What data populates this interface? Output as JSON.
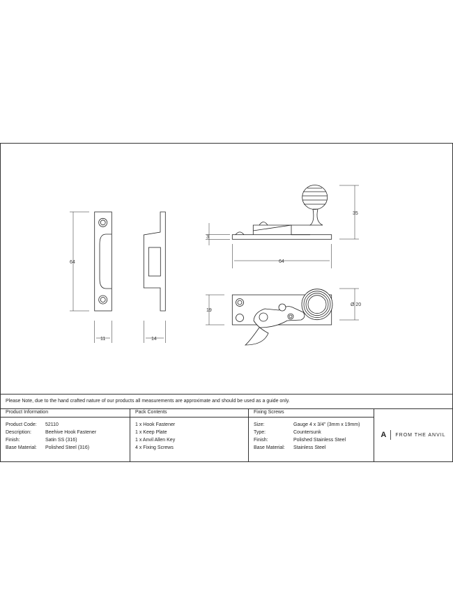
{
  "note": "Please Note, due to the hand crafted nature of our products all measurements are approximate and should be used as a guide only.",
  "product_information": {
    "title": "Product Information",
    "rows": [
      {
        "label": "Product Code:",
        "value": "52110"
      },
      {
        "label": "Description:",
        "value": "Beehive Hook Fastener"
      },
      {
        "label": "Finish:",
        "value": "Satin SS (316)"
      },
      {
        "label": "Base Material:",
        "value": "Polished Steel (316)"
      }
    ]
  },
  "pack_contents": {
    "title": "Pack Contents",
    "items": [
      "1 x Hook Fastener",
      "1 x Keep Plate",
      "1 x Anvil Allen Key",
      "4 x Fixing Screws"
    ]
  },
  "fixing_screws": {
    "title": "Fixing Screws",
    "rows": [
      {
        "label": "Size:",
        "value": "Gauge 4 x 3/4\" (3mm x 19mm)"
      },
      {
        "label": "Type:",
        "value": "Countersunk"
      },
      {
        "label": "Finish:",
        "value": "Polished Stainless Steel"
      },
      {
        "label": "Base Material:",
        "value": "Stainless Steel"
      }
    ]
  },
  "brand": {
    "mark": "A",
    "name": "FROM THE ANVIL"
  },
  "dimensions": {
    "keep_height": "64",
    "keep_width": "11",
    "keep_depth": "14",
    "knob_height": "35",
    "plate_thickness": "3",
    "plate_length": "64",
    "plate_width": "19",
    "knob_diameter": "Ø 20"
  }
}
